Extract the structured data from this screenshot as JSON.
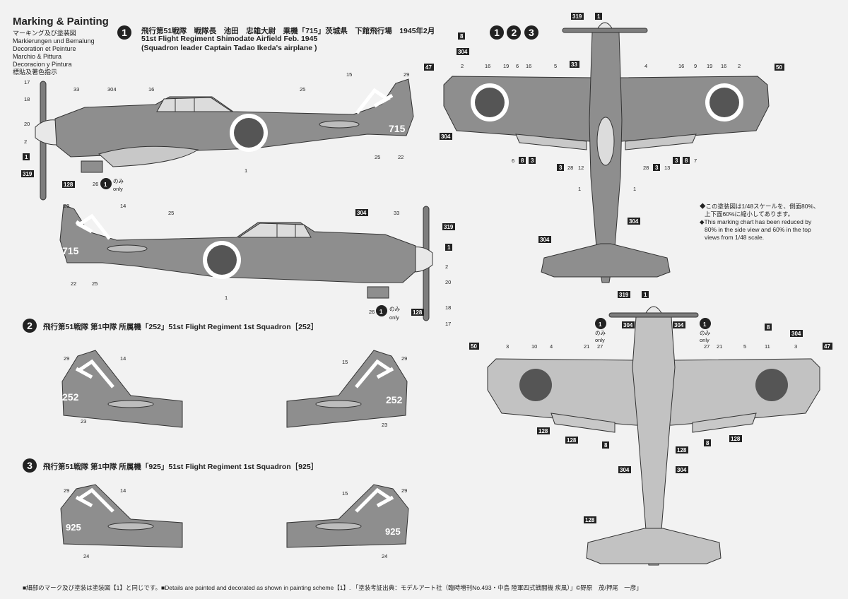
{
  "header": {
    "title": "Marking & Painting",
    "languages": [
      "マーキング及び塗装図",
      "Markierungen und Bemalung",
      "Decoration et Peinture",
      "Marchio & Pittura",
      "Decoracion y Pintura",
      "標貼及著色指示"
    ]
  },
  "scheme1": {
    "badge": "1",
    "jp": "飛行第51戦隊　戦隊長　池田　忠雄大尉　乗機「715」茨城県　下館飛行場　1945年2月",
    "en": "51st Flight Regiment Shimodate Airfield Feb. 1945",
    "note": "(Squadron leader Captain Tadao Ikeda's airplane )",
    "tail_number": "715"
  },
  "scheme2": {
    "badge": "2",
    "text": "飛行第51戦隊 第1中隊 所属機「252」51st Flight Regiment 1st Squadron［252］",
    "tail_number": "252"
  },
  "scheme3": {
    "badge": "3",
    "text": "飛行第51戦隊 第1中隊 所属機「925」51st Flight Regiment 1st Squadron［925］",
    "tail_number": "925"
  },
  "combined_badges": [
    "1",
    "2",
    "3"
  ],
  "only_label": {
    "jp": "のみ",
    "en": "only"
  },
  "scale_note": [
    "◆この塗装図は1/48スケールを、側面80%、",
    "上下面60%に縮小してあります。",
    "◆This marking chart has been reduced by",
    "80% in the side view and 60% in the top",
    "views from 1/48 scale."
  ],
  "footer": "■細部のマーク及び塗装は塗装図【1】と同じです。■Details are painted and decorated as shown in painting scheme【1】. 「塗装考証出典：モデルアート社（臨時増刊No.493・中島 陸軍四式戦闘機 疾風）」©野原　茂/押尾　一彦」",
  "callouts": {
    "c1": "1",
    "c2": "2",
    "c3": "3",
    "c4": "4",
    "c5": "5",
    "c6": "6",
    "c7": "7",
    "c8": "8",
    "c9": "9",
    "c10": "10",
    "c11": "11",
    "c12": "12",
    "c13": "13",
    "c14": "14",
    "c15": "15",
    "c16": "16",
    "c17": "17",
    "c18": "18",
    "c19": "19",
    "c20": "20",
    "c21": "21",
    "c22": "22",
    "c23": "23",
    "c24": "24",
    "c25": "25",
    "c26": "26",
    "c27": "27",
    "c28": "28",
    "c29": "29",
    "c33": "33",
    "c47": "47",
    "c50": "50",
    "c128": "128",
    "c304": "304",
    "c319": "319"
  },
  "colors": {
    "camo": "#8e8e8e",
    "under": "#c2c2c2",
    "hinomaru": "#555555",
    "ink": "#222222"
  }
}
